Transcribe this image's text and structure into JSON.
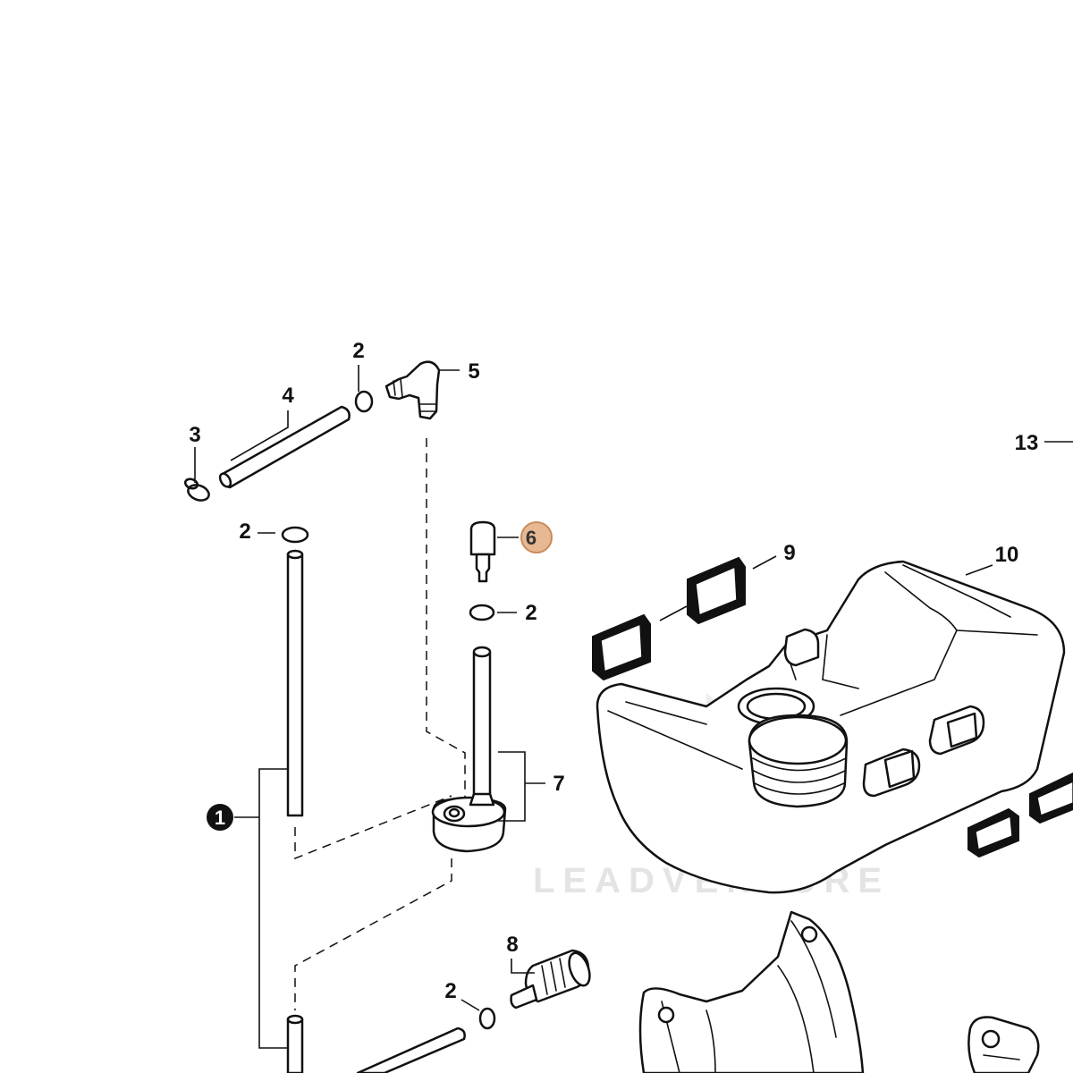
{
  "callouts": [
    {
      "id": "c1",
      "text": "1",
      "style": "filled-circle"
    },
    {
      "id": "c2a",
      "text": "2"
    },
    {
      "id": "c2b",
      "text": "2"
    },
    {
      "id": "c2c",
      "text": "2"
    },
    {
      "id": "c2d",
      "text": "2"
    },
    {
      "id": "c3",
      "text": "3"
    },
    {
      "id": "c4",
      "text": "4"
    },
    {
      "id": "c5",
      "text": "5"
    },
    {
      "id": "c6",
      "text": "6",
      "style": "highlighted"
    },
    {
      "id": "c7",
      "text": "7"
    },
    {
      "id": "c8",
      "text": "8"
    },
    {
      "id": "c9",
      "text": "9"
    },
    {
      "id": "c10",
      "text": "10"
    },
    {
      "id": "c13",
      "text": "13"
    }
  ],
  "watermark": {
    "text": "LEADVENTURE"
  },
  "colors": {
    "line": "#111111",
    "highlight_fill": "#e8b892",
    "highlight_stroke": "#c98a5a",
    "watermark": "#cfcfcf"
  }
}
